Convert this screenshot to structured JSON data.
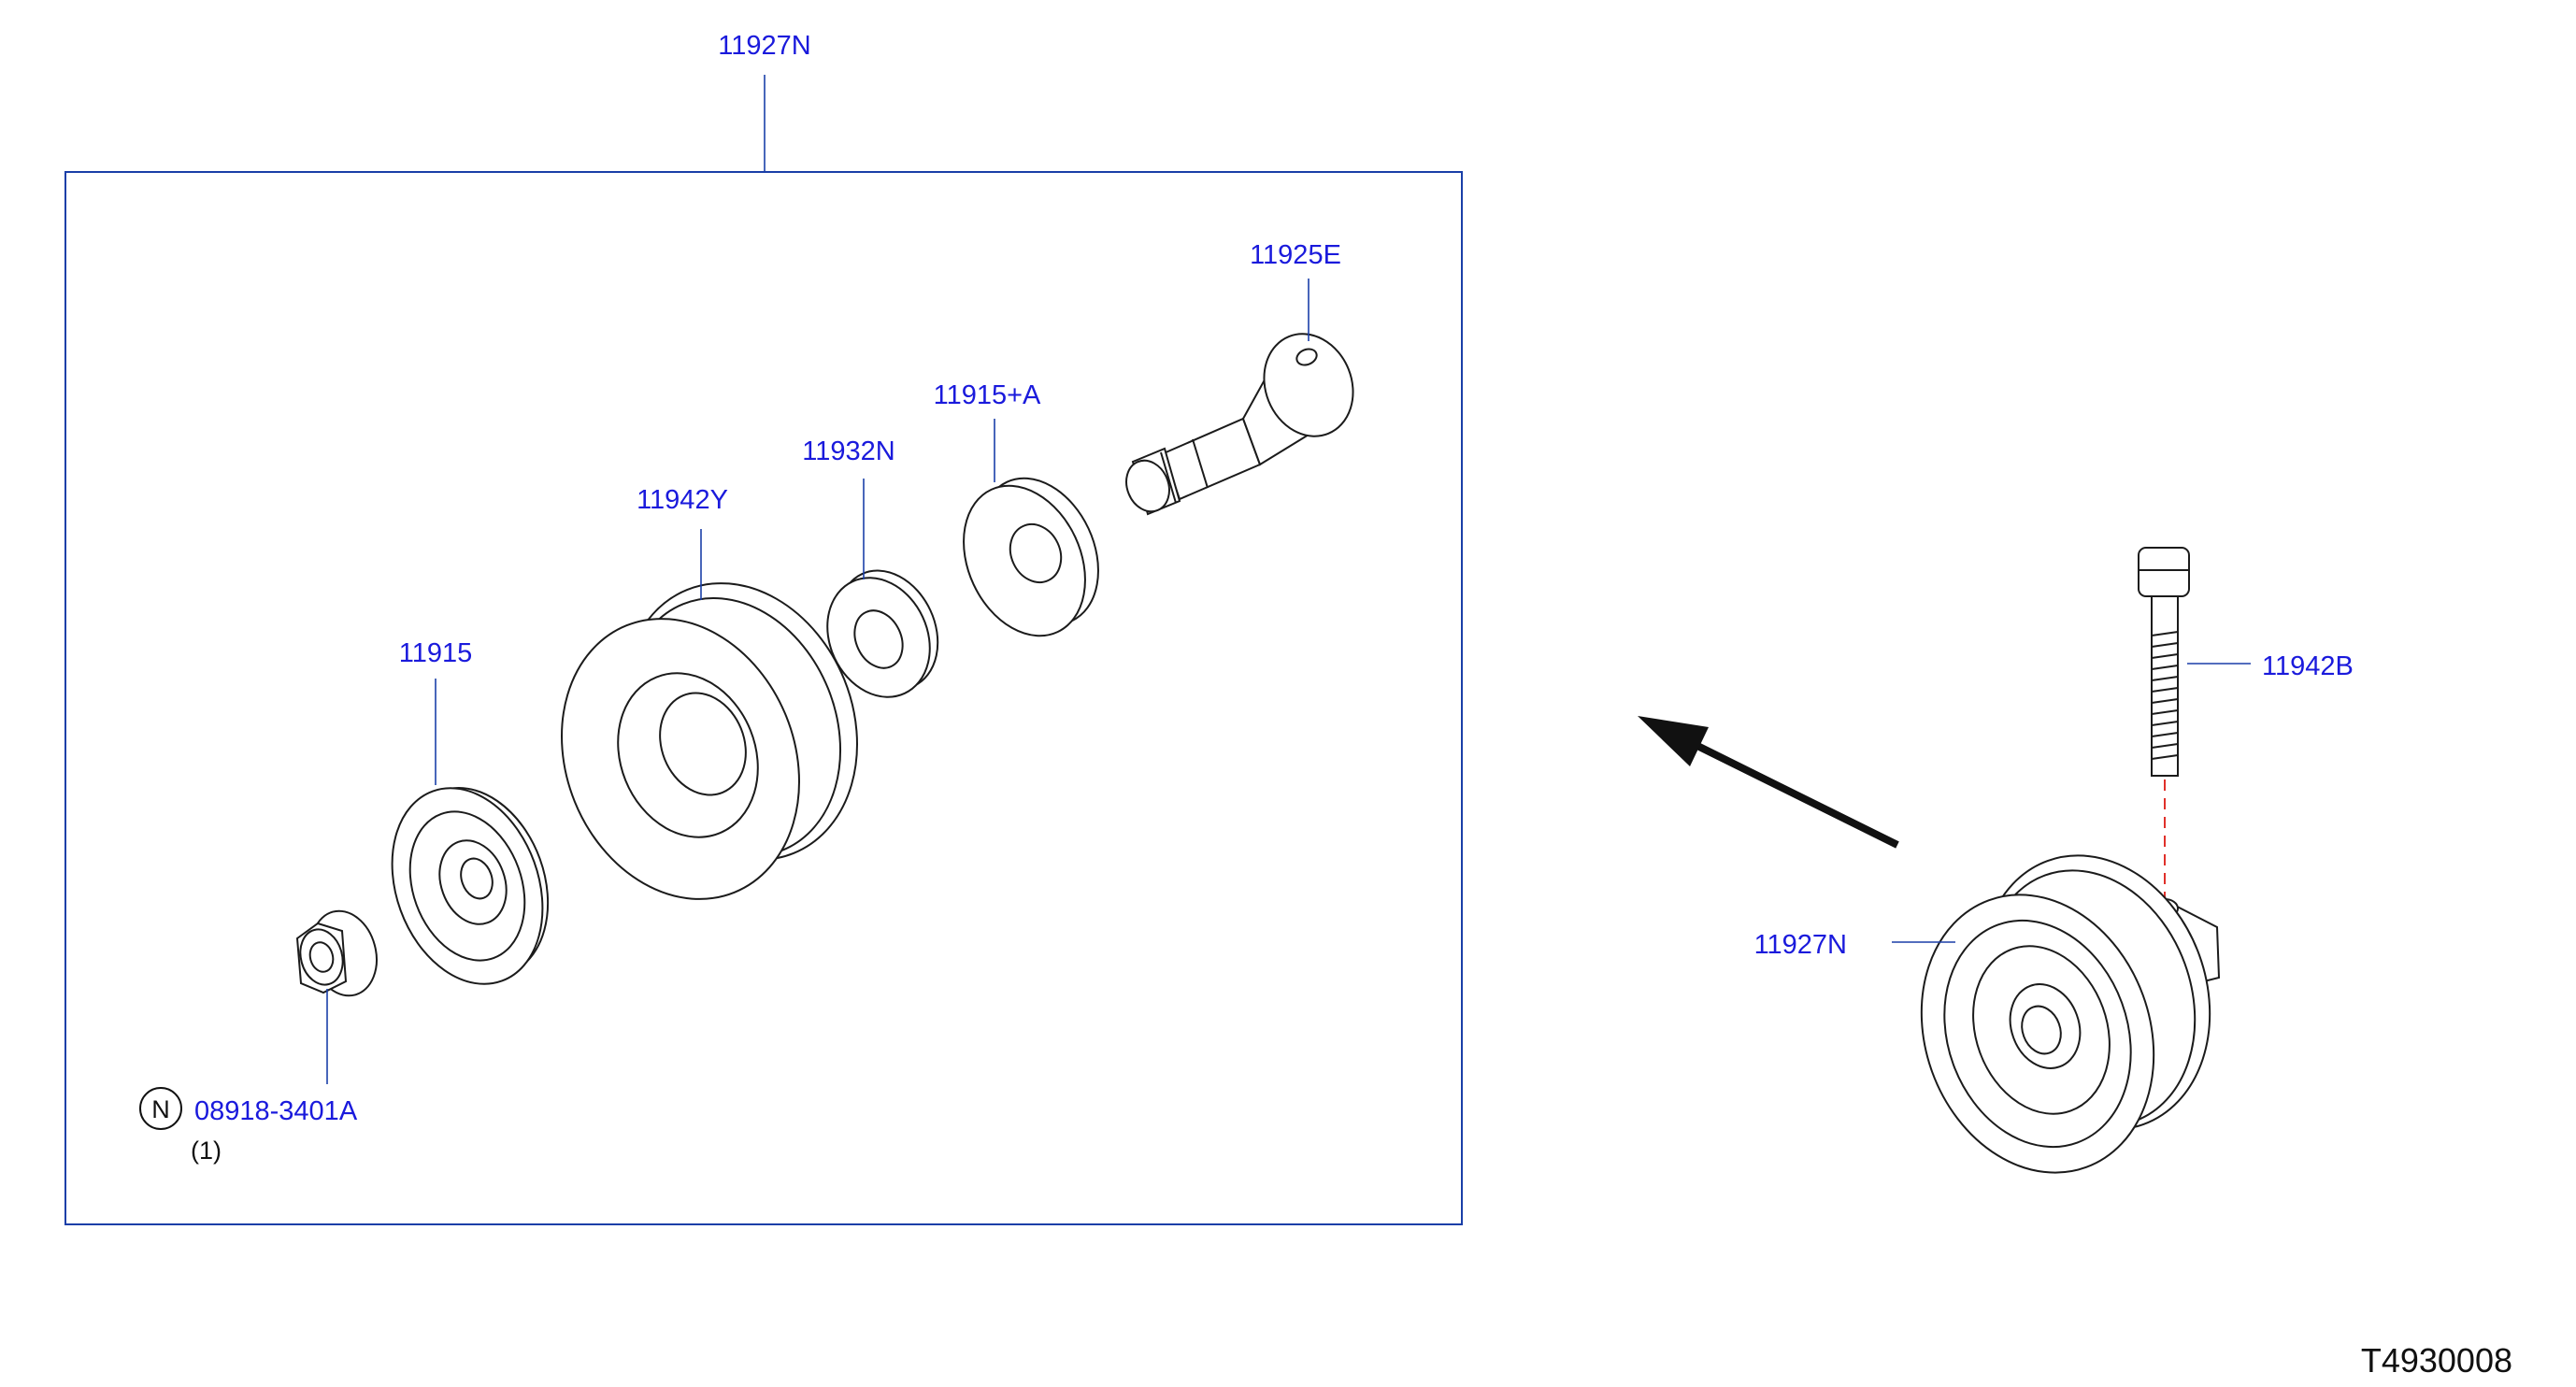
{
  "diagram": {
    "assembly_label_top": "11927N",
    "assembly_label_side": "11927N",
    "parts": {
      "shaft": "11925E",
      "washer_front": "11915+A",
      "bearing": "11932N",
      "pulley": "11942Y",
      "washer_rear": "11915",
      "nut": "08918-3401A",
      "bolt": "11942B"
    },
    "nut_symbol": "N",
    "nut_quantity": "(1)",
    "drawing_code": "T4930008"
  },
  "colors": {
    "label_blue": "#1a1adc",
    "leader_blue": "#1a3fa8",
    "dashed_red": "#e0302a",
    "line_black": "#1b1b1b"
  }
}
